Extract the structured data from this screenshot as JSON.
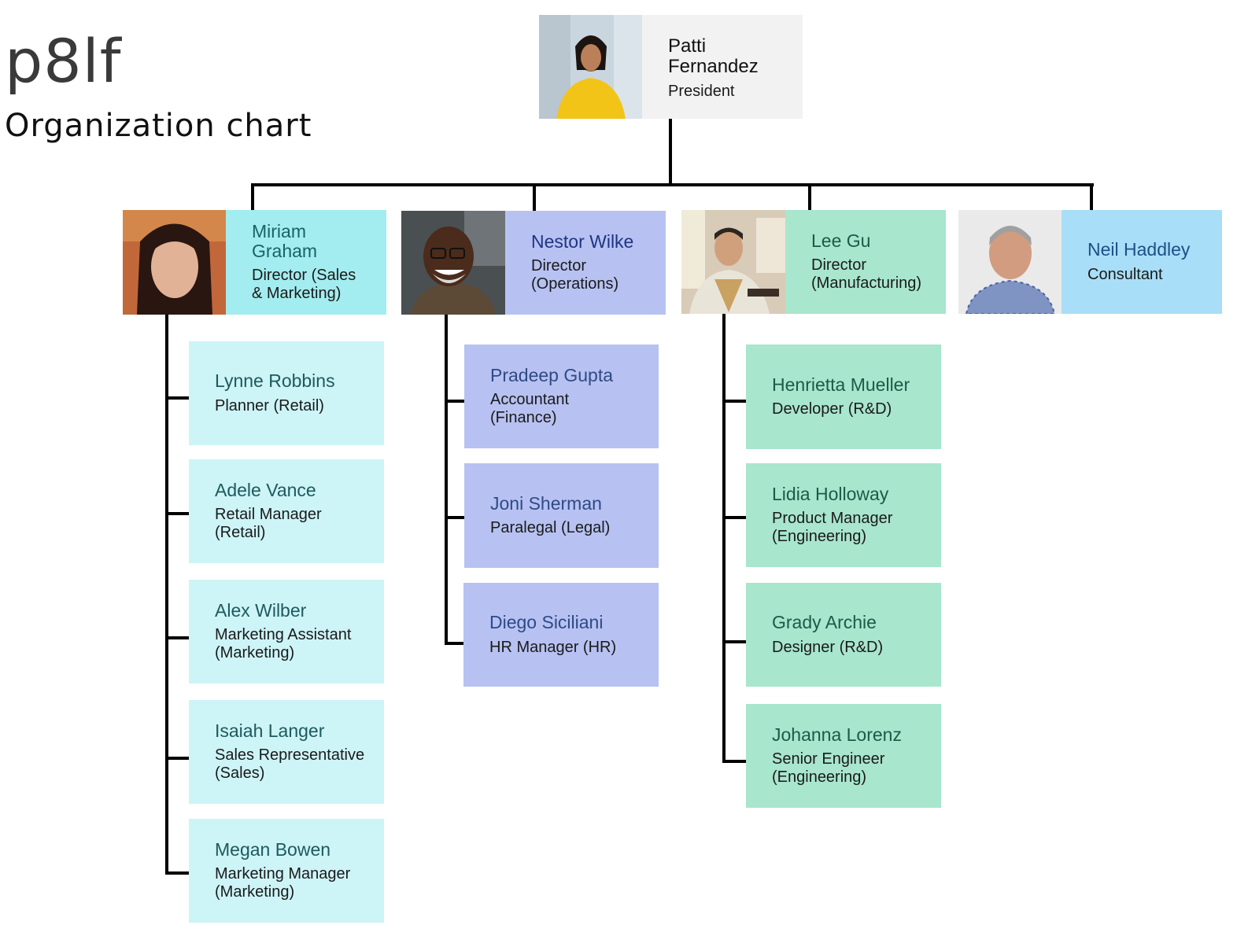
{
  "header": {
    "brand": "p8lf",
    "title": "Organization chart"
  },
  "root": {
    "name": "Patti\nFernandez",
    "role": "President",
    "photo": "portrait-photo"
  },
  "directors": [
    {
      "name": "Miriam\nGraham",
      "role": "Director (Sales\n& Marketing)",
      "color": "#a3ecef"
    },
    {
      "name": "Nestor Wilke",
      "role": "Director\n(Operations)",
      "color": "#b7c2f2"
    },
    {
      "name": "Lee Gu",
      "role": "Director\n(Manufacturing)",
      "color": "#a8e6cd"
    },
    {
      "name": "Neil Haddley",
      "role": "Consultant",
      "color": "#a8def7"
    }
  ],
  "reports": {
    "sales": [
      {
        "name": "Lynne Robbins",
        "role": "Planner (Retail)"
      },
      {
        "name": "Adele Vance",
        "role": "Retail Manager\n(Retail)"
      },
      {
        "name": "Alex Wilber",
        "role": "Marketing Assistant\n(Marketing)"
      },
      {
        "name": "Isaiah Langer",
        "role": "Sales Representative\n(Sales)"
      },
      {
        "name": "Megan Bowen",
        "role": "Marketing Manager\n(Marketing)"
      }
    ],
    "operations": [
      {
        "name": "Pradeep Gupta",
        "role": "Accountant\n(Finance)"
      },
      {
        "name": "Joni Sherman",
        "role": "Paralegal (Legal)"
      },
      {
        "name": "Diego Siciliani",
        "role": "HR Manager (HR)"
      }
    ],
    "manufacturing": [
      {
        "name": "Henrietta Mueller",
        "role": "Developer (R&D)"
      },
      {
        "name": "Lidia Holloway",
        "role": "Product Manager\n(Engineering)"
      },
      {
        "name": "Grady Archie",
        "role": "Designer (R&D)"
      },
      {
        "name": "Johanna Lorenz",
        "role": "Senior Engineer\n(Engineering)"
      }
    ]
  }
}
